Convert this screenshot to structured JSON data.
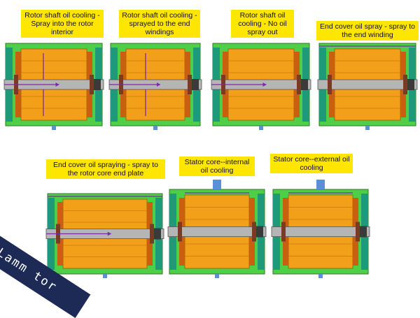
{
  "panels": [
    {
      "label": "Rotor shaft oil cooling - Spray into the rotor interior"
    },
    {
      "label": "Rotor shaft oil cooling - sprayed to the end windings"
    },
    {
      "label": "Rotor shaft oil cooling - No oil spray out"
    },
    {
      "label": "End cover oil spray - spray to the end winding"
    },
    {
      "label": "End cover oil spraying - spray to the rotor core end plate"
    },
    {
      "label": "Stator core--internal oil cooling"
    },
    {
      "label": "Stator core--external oil cooling"
    }
  ],
  "watermark": {
    "text": "Lamm  tor"
  },
  "colors": {
    "housing": "#4fcf47",
    "cover": "#1e9a7a",
    "stator": "#f2a019",
    "winding": "#c96010",
    "shaft": "#b5b5b5",
    "bearing": "#7a3b24",
    "oil_arrow": "#7a2aa8"
  }
}
